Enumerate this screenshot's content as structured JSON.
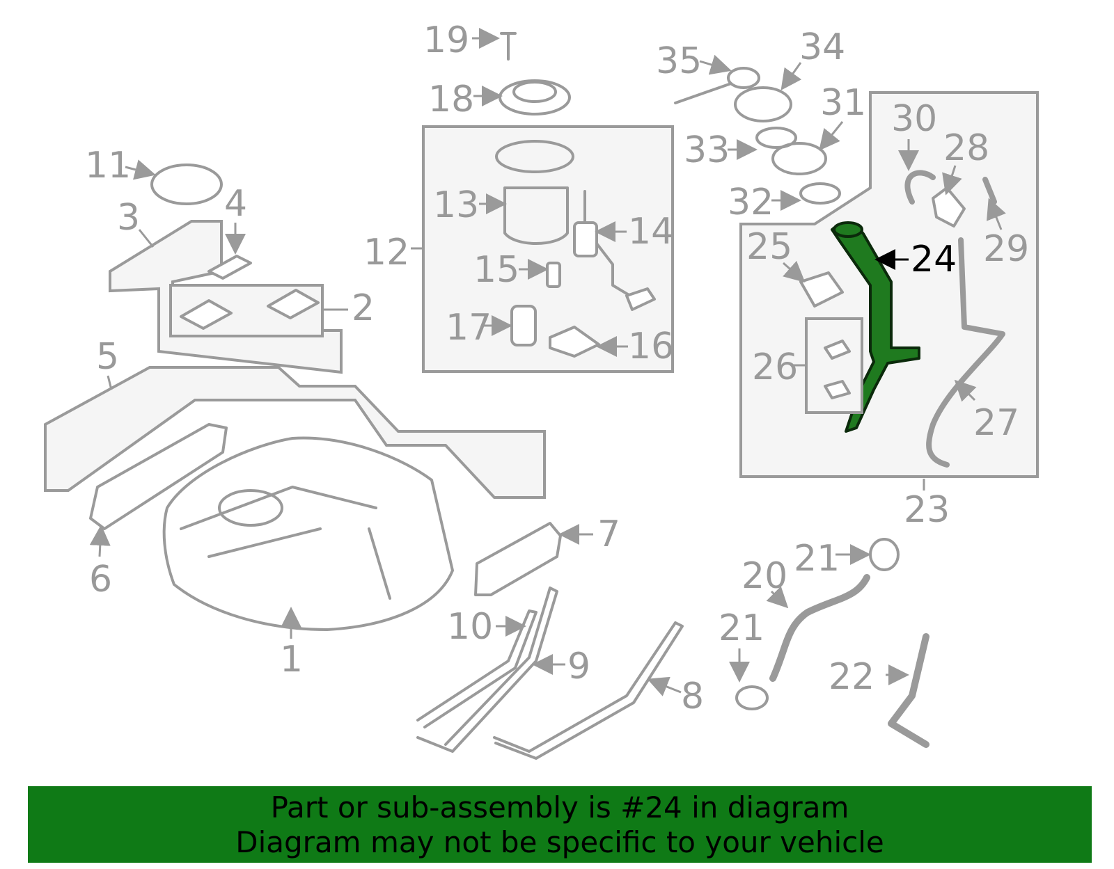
{
  "callouts": [
    "1",
    "2",
    "3",
    "4",
    "5",
    "6",
    "7",
    "8",
    "9",
    "10",
    "11",
    "12",
    "13",
    "14",
    "15",
    "16",
    "17",
    "18",
    "19",
    "20",
    "21",
    "21",
    "22",
    "23",
    "24",
    "25",
    "26",
    "27",
    "28",
    "29",
    "30",
    "31",
    "32",
    "33",
    "34",
    "35"
  ],
  "highlight_part": "24",
  "colors": {
    "banner": "#0f7a16",
    "highlight": "#1f7a1f",
    "line": "#9a9a9a"
  },
  "banner": {
    "line1": "Part or sub-assembly is #24 in diagram",
    "line2": "Diagram may not be specific to your vehicle"
  }
}
